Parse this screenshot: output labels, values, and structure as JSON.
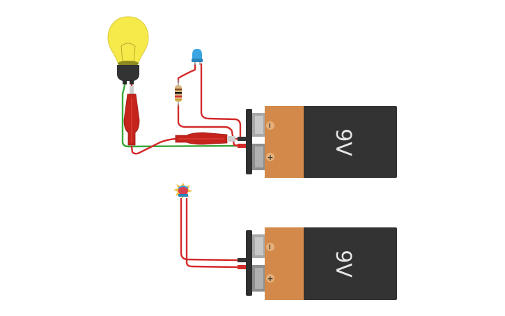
{
  "workspace": {
    "components": [
      {
        "id": "bulb",
        "kind": "light-bulb-icon"
      },
      {
        "id": "led",
        "kind": "blue-led-icon"
      },
      {
        "id": "resistor",
        "kind": "resistor-icon"
      },
      {
        "id": "clip-left",
        "kind": "alligator-clip-icon"
      },
      {
        "id": "clip-right",
        "kind": "alligator-clip-icon"
      },
      {
        "id": "led-burnt",
        "kind": "burnt-led-icon"
      }
    ],
    "battery_top": {
      "label": "9V",
      "minus_sign": "−",
      "plus_sign": "+"
    },
    "battery_bottom": {
      "label": "9V",
      "minus_sign": "−",
      "plus_sign": "+"
    },
    "colors": {
      "wire_red": "#d42a2a",
      "wire_green": "#3aa83a",
      "battery_body": "#333333",
      "battery_band": "#d2894a",
      "bulb_glass": "#f6ea4a",
      "led_blue": "#3aa5e0",
      "clip_red": "#c4241c"
    }
  }
}
